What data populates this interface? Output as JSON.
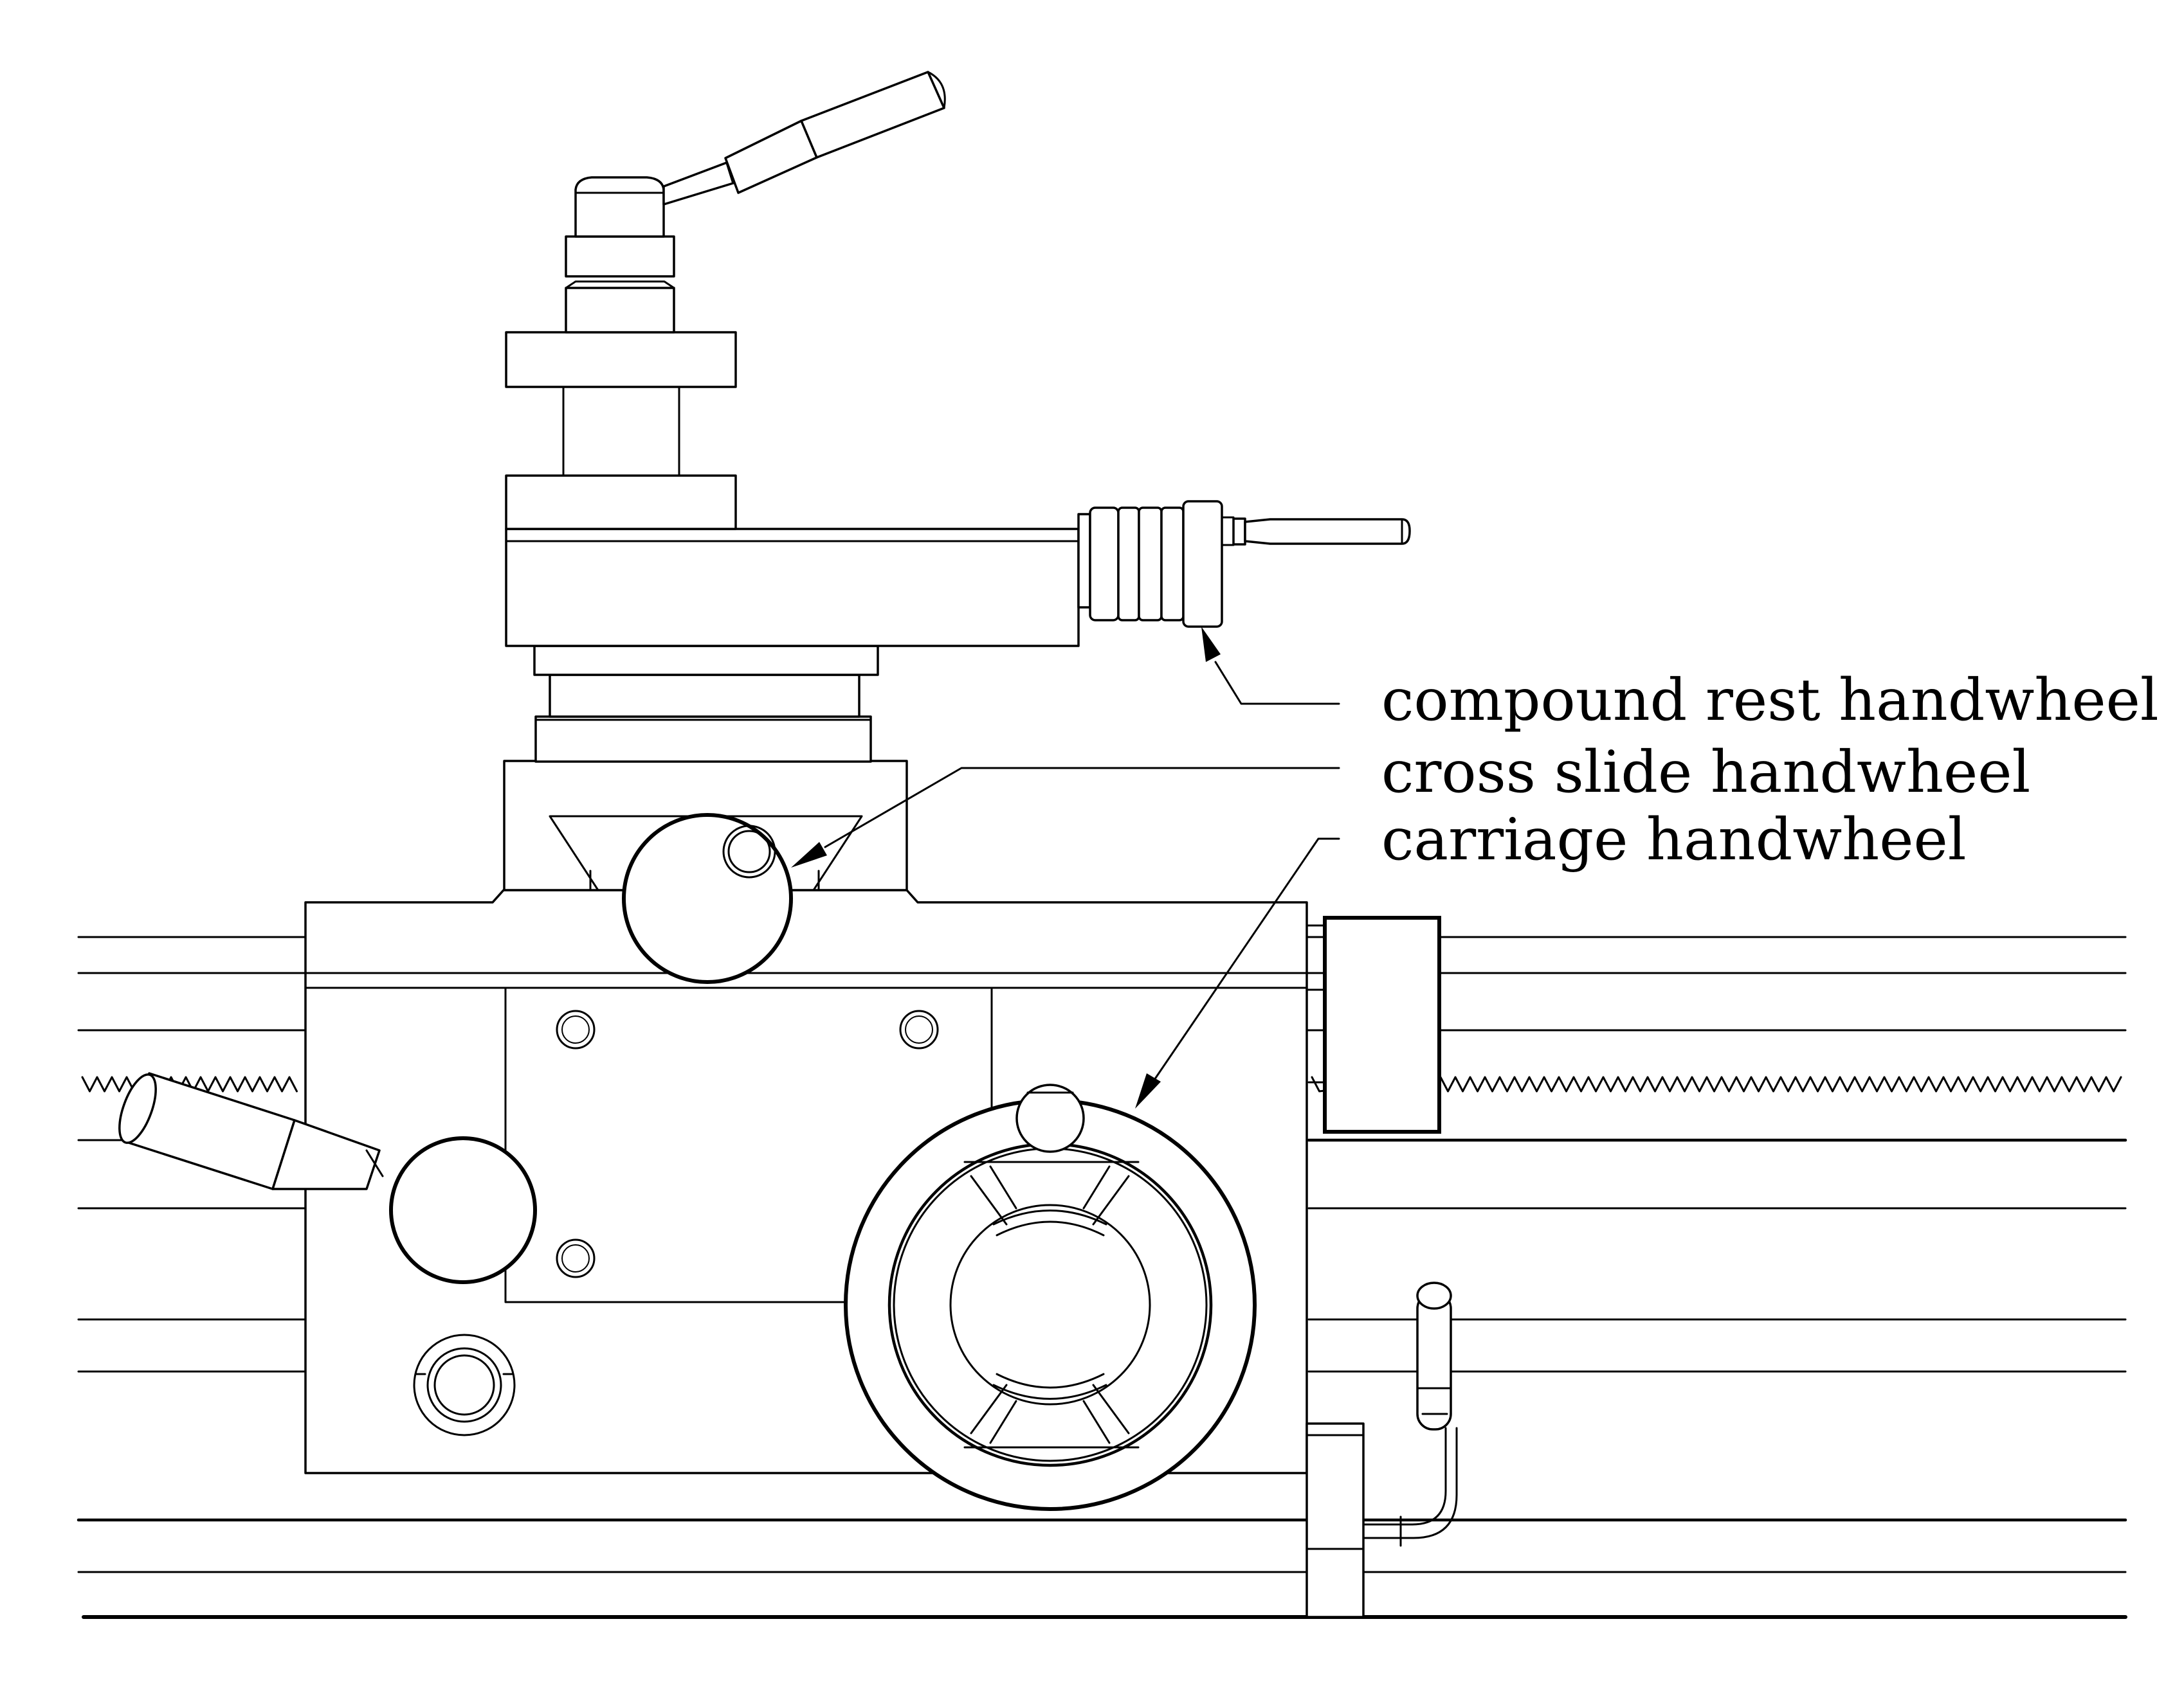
{
  "labels": {
    "compound": "compound rest handwheel",
    "cross": "cross slide handwheel",
    "carriage": "carriage handwheel"
  },
  "colors": {
    "line": "#000000",
    "background": "#ffffff"
  }
}
